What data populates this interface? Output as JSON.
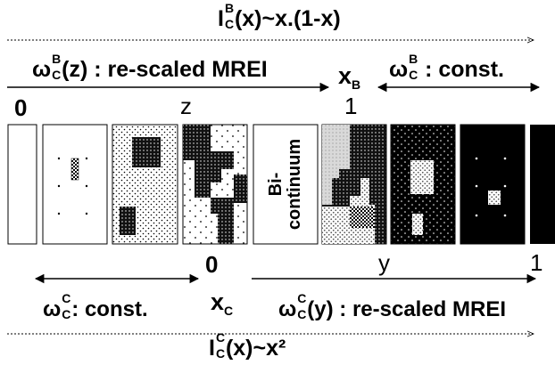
{
  "labels": {
    "top_formula_I": "I",
    "top_formula_sub": "C",
    "top_formula_sup": "B",
    "top_formula_rest": "(x)~x.(1-x)",
    "omega_B_z_sym": "ω",
    "omega_B_z_sub": "C",
    "omega_B_z_sup": "B",
    "omega_B_z_text": "(z) : re-scaled MREI",
    "xB_main": "x",
    "xB_sub": "B",
    "omega_B_const_sym": "ω",
    "omega_B_const_sub": "C",
    "omega_B_const_sup": "B",
    "omega_B_const_text": " : const.",
    "zero_top": "0",
    "z_label": "z",
    "one_top": "1",
    "bicontinuum_line1": "Bi-",
    "bicontinuum_line2": "continuum",
    "zero_bottom": "0",
    "y_label": "y",
    "one_bottom": "1",
    "xC_main": "x",
    "xC_sub": "C",
    "omega_C_const_sym": "ω",
    "omega_C_const_sub": "C",
    "omega_C_const_sup": "C",
    "omega_C_const_text": ": const.",
    "omega_C_y_sym": "ω",
    "omega_C_y_sub": "C",
    "omega_C_y_sup": "C",
    "omega_C_y_text": "(y) : re-scaled MREI",
    "bottom_formula_I": "I",
    "bottom_formula_sub": "C",
    "bottom_formula_sup": "C",
    "bottom_formula_rest": "(x)~x²"
  },
  "colors": {
    "ink": "#000000",
    "paper": "#ffffff",
    "light_grey": "#d6d6d6"
  }
}
